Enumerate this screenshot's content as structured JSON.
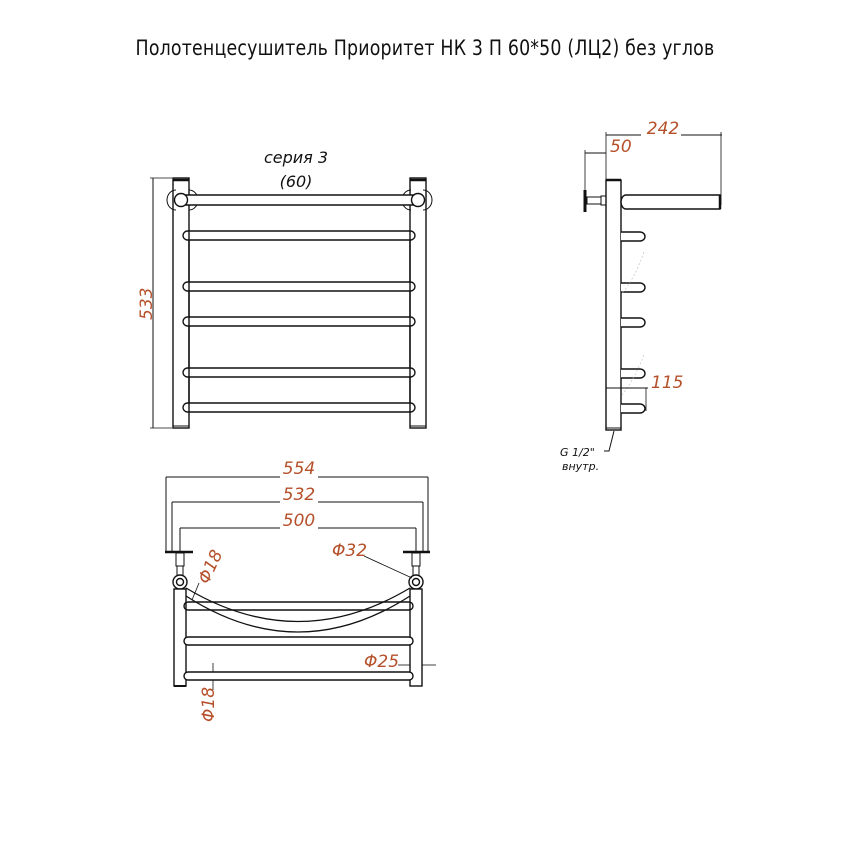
{
  "title": "Полотенцесушитель Приоритет НК 3 П 60*50 (ЛЦ2)  без углов",
  "colors": {
    "line": "#111111",
    "dimension_text": "#b5502a",
    "background": "#ffffff"
  },
  "front_view": {
    "series_label": "серия 3",
    "series_sub": "(60)",
    "height_dim": "533",
    "rungs": 6
  },
  "side_view": {
    "depth_dim": "242",
    "wall_offset_dim": "50",
    "connection_dim": "115",
    "thread_label": "G 1/2\"",
    "thread_sub": "внутр."
  },
  "top_view": {
    "overall_width_dim": "554",
    "mount_width_dim": "532",
    "center_distance_dim": "500",
    "bracket_diameter": "Φ32",
    "bracket_pipe_diameter": "Φ18",
    "riser_diameter": "Φ25",
    "rung_diameter": "Φ18"
  }
}
